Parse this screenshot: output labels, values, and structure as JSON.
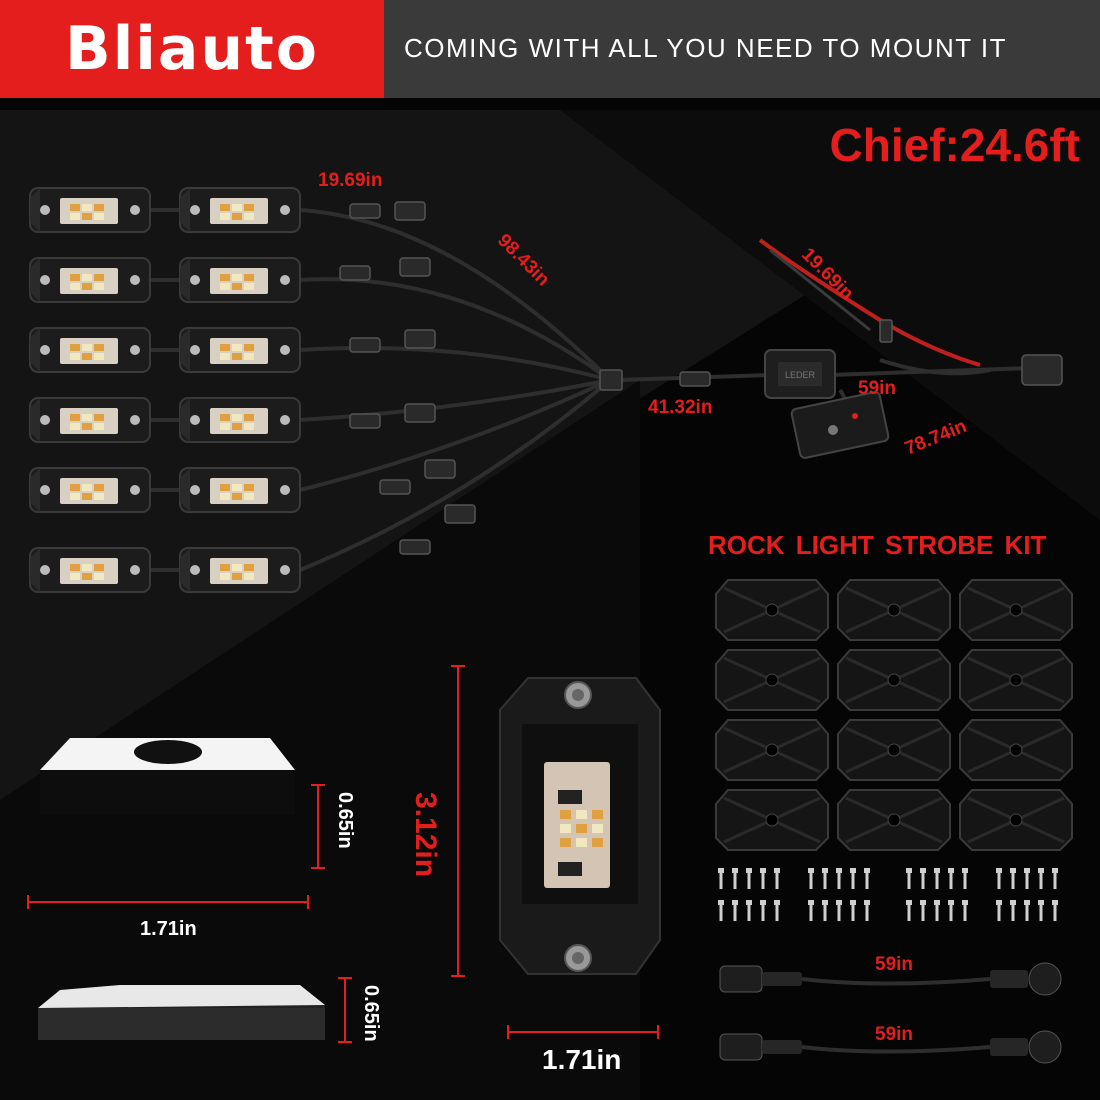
{
  "header": {
    "brand": "Bliauto",
    "tagline": "COMING WITH ALL YOU NEED TO MOUNT IT"
  },
  "headline": "Chief:24.6ft",
  "harness_labels": {
    "pod_lead": "19.69in",
    "splitter_lead": "98.43in",
    "hub_to_box": "41.32in",
    "power_lead": "19.69in",
    "box_to_plug": "59in",
    "switch_lead": "78.74in"
  },
  "kit": {
    "title": "ROCK LIGHT  STROBE KIT",
    "extension_1": "59in",
    "extension_2": "59in"
  },
  "dimensions": {
    "mount_height": "0.65in",
    "mount_width": "1.71in",
    "base_height": "0.65in",
    "pod_height": "3.12in",
    "pod_width": "1.71in"
  },
  "colors": {
    "brand_red": "#e41d1d",
    "header_gray": "#3a3a3a",
    "background": "#050505"
  },
  "icons": {
    "pod": "rock-light-pod-icon",
    "mount": "mounting-bracket-icon",
    "screw": "screw-icon"
  }
}
